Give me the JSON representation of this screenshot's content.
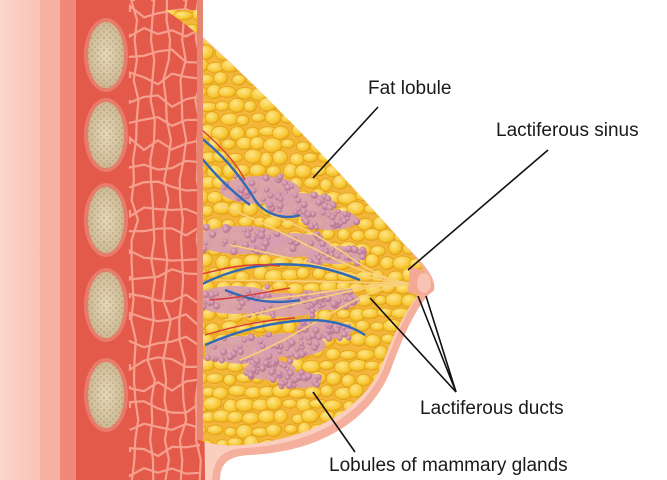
{
  "labels": {
    "fat_lobule": "Fat lobule",
    "lactiferous_sinus": "Lactiferous sinus",
    "lactiferous_ducts": "Lactiferous ducts",
    "lobules": "Lobules of mammary glands"
  },
  "colors": {
    "skin": "#f7b9a8",
    "skin_dark": "#e88d7a",
    "muscle": "#d8443b",
    "muscle_light": "#ec7a68",
    "fat": "#f6c531",
    "fat_light": "#fde27a",
    "fat_edge": "#e2a11a",
    "rib": "#d9c8a6",
    "rib_dot": "#8f7f63",
    "gland": "#c98aa1",
    "gland_dark": "#a4627c",
    "vein": "#2f69b8",
    "artery": "#d83a3a",
    "leader": "#111111"
  }
}
